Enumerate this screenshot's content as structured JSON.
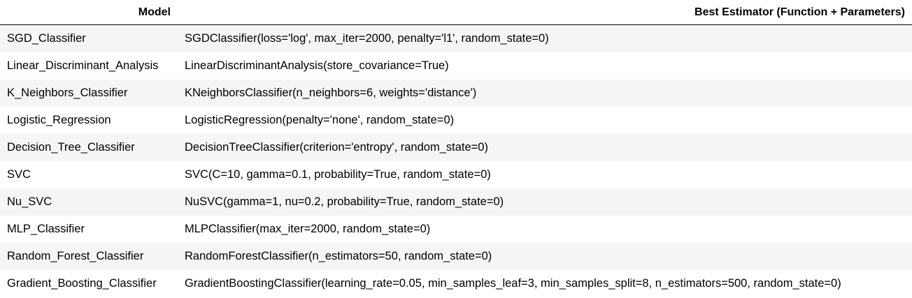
{
  "table": {
    "headers": {
      "model": "Model",
      "estimator": "Best Estimator (Function + Parameters)"
    },
    "rows": [
      {
        "model": "SGD_Classifier",
        "estimator": "SGDClassifier(loss='log', max_iter=2000, penalty='l1', random_state=0)"
      },
      {
        "model": "Linear_Discriminant_Analysis",
        "estimator": "LinearDiscriminantAnalysis(store_covariance=True)"
      },
      {
        "model": "K_Neighbors_Classifier",
        "estimator": "KNeighborsClassifier(n_neighbors=6, weights='distance')"
      },
      {
        "model": "Logistic_Regression",
        "estimator": "LogisticRegression(penalty='none', random_state=0)"
      },
      {
        "model": "Decision_Tree_Classifier",
        "estimator": "DecisionTreeClassifier(criterion='entropy', random_state=0)"
      },
      {
        "model": "SVC",
        "estimator": "SVC(C=10, gamma=0.1, probability=True, random_state=0)"
      },
      {
        "model": "Nu_SVC",
        "estimator": "NuSVC(gamma=1, nu=0.2, probability=True, random_state=0)"
      },
      {
        "model": "MLP_Classifier",
        "estimator": "MLPClassifier(max_iter=2000, random_state=0)"
      },
      {
        "model": "Random_Forest_Classifier",
        "estimator": "RandomForestClassifier(n_estimators=50, random_state=0)"
      },
      {
        "model": "Gradient_Boosting_Classifier",
        "estimator": "GradientBoostingClassifier(learning_rate=0.05, min_samples_leaf=3, min_samples_split=8, n_estimators=500, random_state=0)"
      }
    ]
  }
}
